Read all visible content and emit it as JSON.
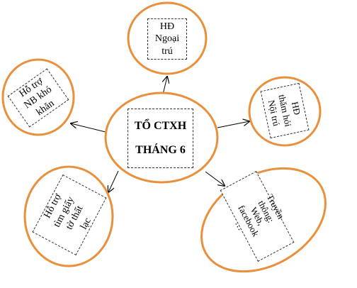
{
  "colors": {
    "ellipse_stroke": "#e8903c",
    "arrow": "#000000",
    "text": "#000000"
  },
  "center": {
    "line1": "TỔ CTXH",
    "line2": "THÁNG 6"
  },
  "nodes": [
    {
      "id": "ngoai-tru",
      "lines": [
        "HĐ",
        "Ngoại",
        "trú"
      ]
    },
    {
      "id": "tham-hoi",
      "lines": [
        "HĐ",
        "thăm hỏi",
        "Nội trú"
      ]
    },
    {
      "id": "truyen-thong",
      "lines": [
        "Truyền",
        "thông:",
        "Web,",
        "facebook",
        "…"
      ]
    },
    {
      "id": "ho-tro-giay-to",
      "lines": [
        "Hỗ trợ",
        "tìm giấy",
        "tờ thất",
        "lạc"
      ]
    },
    {
      "id": "ho-tro-nb",
      "lines": [
        "Hỗ trợ",
        "NB khó",
        "khăn"
      ]
    }
  ]
}
